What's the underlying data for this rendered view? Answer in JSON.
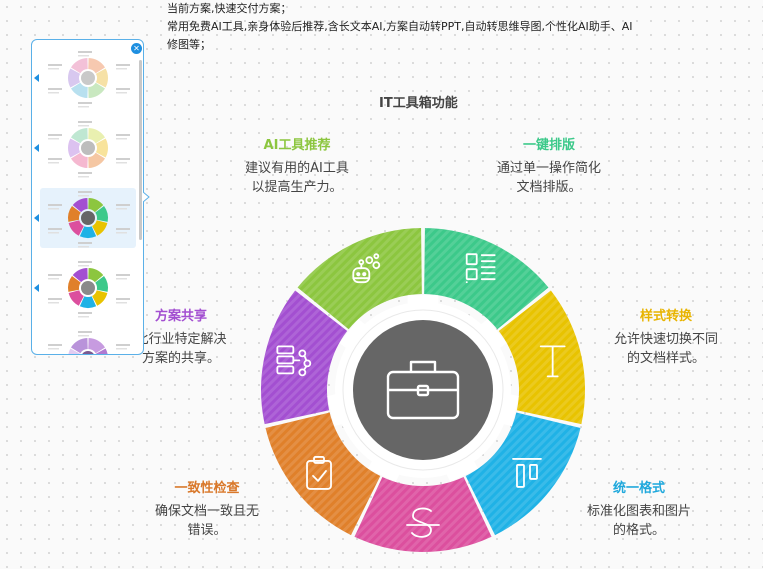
{
  "intro": {
    "line1": "当前方案,快速交付方案；",
    "line2": "常用免费AI工具,亲身体验后推荐,含长文本AI,方案自动转PPT,自动转思维导图,个性化AI助手、AI",
    "line3": "修图等；"
  },
  "diagram": {
    "title": "IT工具箱功能",
    "center_icon": "briefcase-icon",
    "segments": [
      {
        "id": "ai-tools",
        "title": "AI工具推荐",
        "desc1": "建议有用的AI工具",
        "desc2": "以提高生产力。",
        "color": "#8cc63f",
        "icon": "robot-icon"
      },
      {
        "id": "one-click",
        "title": "一键排版",
        "desc1": "通过单一操作简化",
        "desc2": "文档排版。",
        "color": "#3cc98a",
        "icon": "layout-icon"
      },
      {
        "id": "style-switch",
        "title": "样式转换",
        "desc1": "允许快速切换不同",
        "desc2": "的文档样式。",
        "color": "#e8c300",
        "icon": "text-icon"
      },
      {
        "id": "unify-format",
        "title": "统一格式",
        "desc1": "标准化图表和图片",
        "desc2": "的格式。",
        "color": "#1fb2e6",
        "icon": "columns-icon"
      },
      {
        "id": "text-style",
        "title": "",
        "desc1": "",
        "desc2": "",
        "color": "#dc4f9e",
        "icon": "strikethrough-s-icon"
      },
      {
        "id": "consistency",
        "title": "一致性检查",
        "desc1": "确保文档一致且无",
        "desc2": "错误。",
        "color": "#e0802a",
        "icon": "clipboard-check-icon"
      },
      {
        "id": "solution-share",
        "title": "方案共享",
        "desc1": "此行业特定解决",
        "desc2": "方案的共享。",
        "color": "#a34fd1",
        "icon": "server-share-icon"
      }
    ]
  },
  "thumbnails": {
    "close_icon": "close-icon",
    "items": [
      {
        "colors": [
          "#f7c9b0",
          "#f6e1a6",
          "#c9e8c0",
          "#b8e0ef",
          "#d8c8ef",
          "#f3c1d8"
        ],
        "center": "#c9c9c9"
      },
      {
        "colors": [
          "#e9f0b0",
          "#f8e39b",
          "#f5c7a3",
          "#f5b8d0",
          "#dcc2f0",
          "#bfe7d2"
        ],
        "center": "#bdbdbd"
      },
      {
        "colors": [
          "#8cc63f",
          "#3cc98a",
          "#e8c300",
          "#1fb2e6",
          "#dc4f9e",
          "#e0802a",
          "#a34fd1"
        ],
        "center": "#666666"
      },
      {
        "colors": [
          "#8cc63f",
          "#3cc98a",
          "#e8c300",
          "#1fb2e6",
          "#dc4f9e",
          "#e0802a",
          "#a34fd1"
        ],
        "center": "#8a8a8a"
      },
      {
        "colors": [
          "#c79be0",
          "#b07ad1",
          "#d2b3ea",
          "#9c6ac4",
          "#e2ccf2",
          "#b993da"
        ],
        "center": "#7a5a90"
      }
    ]
  }
}
